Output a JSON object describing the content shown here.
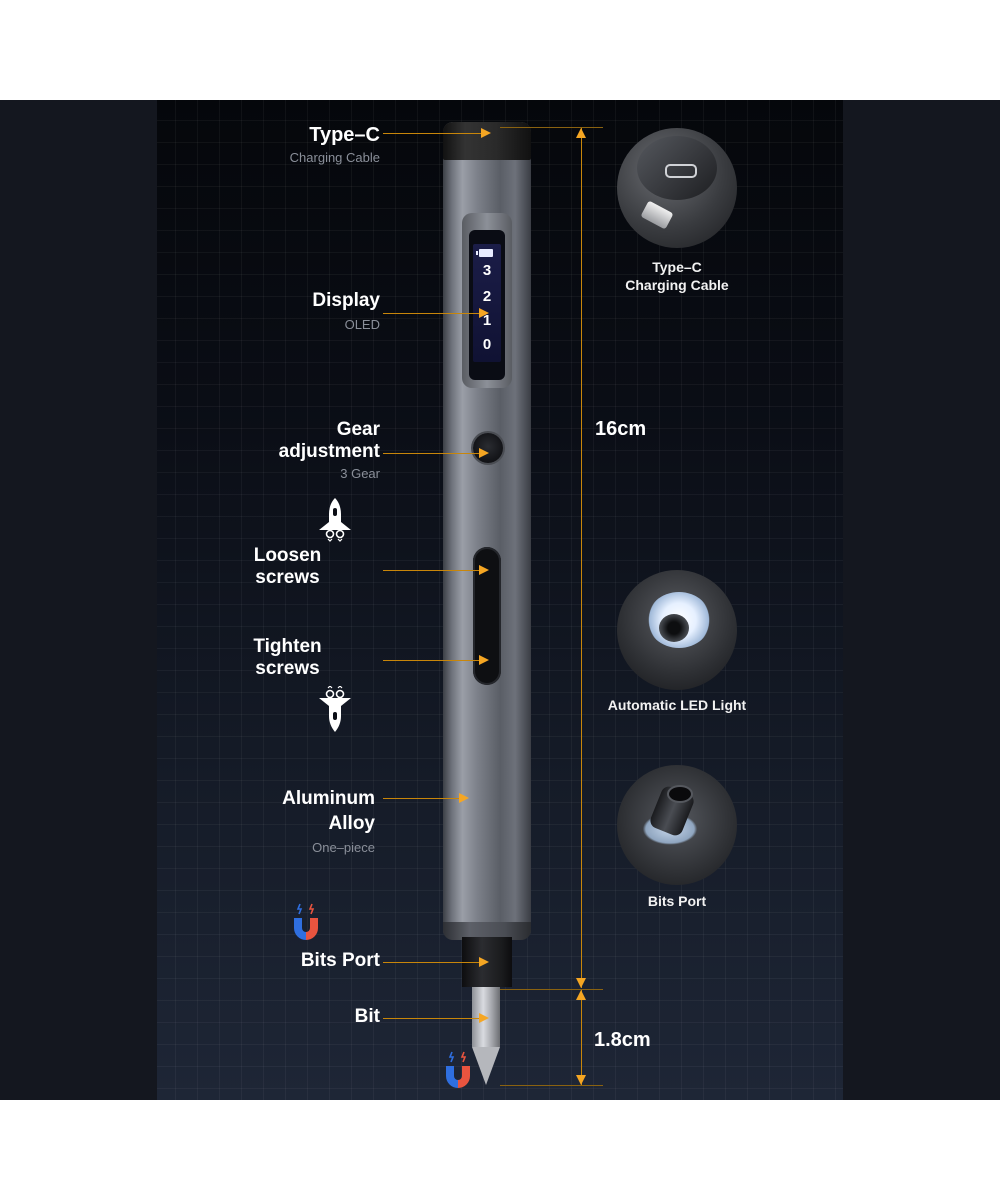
{
  "product": {
    "type_c": {
      "title": "Type–C",
      "subtitle": "Charging Cable"
    },
    "display": {
      "title": "Display",
      "subtitle": "OLED"
    },
    "gear": {
      "title_line1": "Gear",
      "title_line2": "adjustment",
      "subtitle": "3 Gear"
    },
    "loosen": {
      "line1": "Loosen",
      "line2": "screws"
    },
    "tighten": {
      "line1": "Tighten",
      "line2": "screws"
    },
    "alloy": {
      "line1": "Aluminum",
      "line2": "Alloy",
      "subtitle": "One–piece"
    },
    "bits_port": {
      "title": "Bits Port"
    },
    "bit": {
      "title": "Bit"
    }
  },
  "oled_screen": {
    "gear_levels": [
      "3",
      "2",
      "1",
      "0"
    ],
    "battery_icon": "battery-icon"
  },
  "dimensions": {
    "body_length": "16cm",
    "bit_length": "1.8cm"
  },
  "callouts": [
    {
      "line1": "Type–C",
      "line2": "Charging Cable"
    },
    {
      "line1": "Automatic LED Light"
    },
    {
      "line1": "Bits Port"
    }
  ],
  "colors": {
    "accent": "#f5a623",
    "leader_line": "#c8860a",
    "magnet_blue": "#2f6fe0",
    "magnet_red": "#e8543f"
  }
}
